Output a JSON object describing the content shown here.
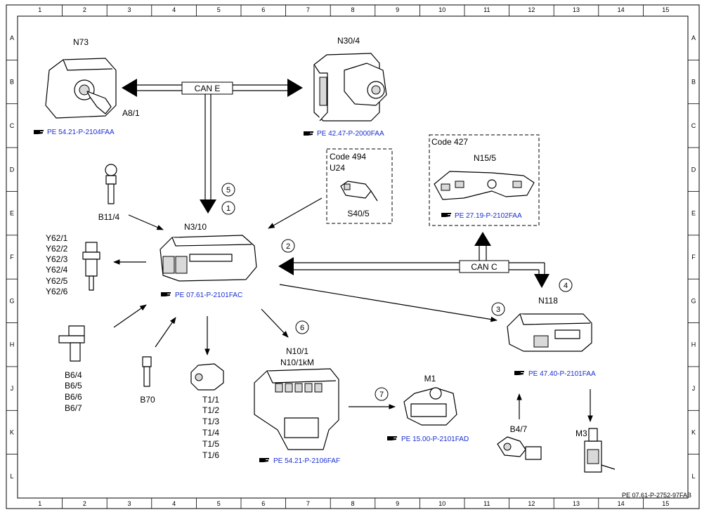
{
  "grid": {
    "columns": [
      "1",
      "2",
      "3",
      "4",
      "5",
      "6",
      "7",
      "8",
      "9",
      "10",
      "11",
      "12",
      "13",
      "14",
      "15"
    ],
    "rows": [
      "A",
      "B",
      "C",
      "D",
      "E",
      "F",
      "G",
      "H",
      "J",
      "K",
      "L"
    ]
  },
  "components": {
    "n73": "N73",
    "a8_1": "A8/1",
    "n30_4": "N30/4",
    "n3_10": "N3/10",
    "b11_4": "B11/4",
    "y62": [
      "Y62/1",
      "Y62/2",
      "Y62/3",
      "Y62/4",
      "Y62/5",
      "Y62/6"
    ],
    "b6": [
      "B6/4",
      "B6/5",
      "B6/6",
      "B6/7"
    ],
    "b70": "B70",
    "t1": [
      "T1/1",
      "T1/2",
      "T1/3",
      "T1/4",
      "T1/5",
      "T1/6"
    ],
    "n10_1": "N10/1",
    "n10_1km": "N10/1kM",
    "m1": "M1",
    "n118": "N118",
    "b4_7": "B4/7",
    "m3": "M3",
    "s40_5": "S40/5",
    "code494": "Code 494",
    "u24": "U24",
    "code427": "Code 427",
    "n15_5": "N15/5"
  },
  "buses": {
    "can_e": "CAN E",
    "can_c": "CAN C"
  },
  "markers": [
    "1",
    "2",
    "3",
    "4",
    "5",
    "6",
    "7"
  ],
  "refs": {
    "n73": "PE 54.21-P-2104FAA",
    "n30_4": "PE 42.47-P-2000FAA",
    "n15_5": "PE 27.19-P-2102FAA",
    "n3_10": "PE 07.61-P-2101FAC",
    "n118": "PE 47.40-P-2101FAA",
    "n10_1": "PE 54.21-P-2106FAF",
    "m1": "PE 15.00-P-2101FAD"
  },
  "footer": "PE 07.61-P-2752-97FAB",
  "colors": {
    "ref_text": "#1a2fd0",
    "line": "#000000"
  },
  "icons": {
    "ref_marker": "pointing-hand-icon"
  }
}
